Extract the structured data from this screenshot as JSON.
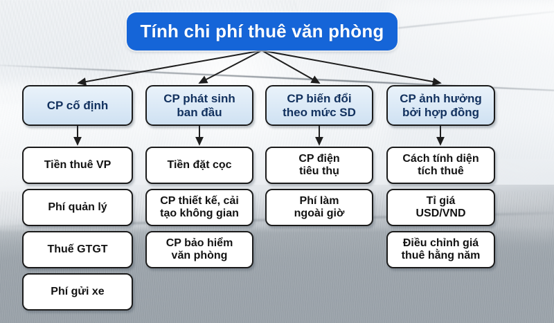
{
  "diagram": {
    "title": "Tính chi phí thuê văn phòng",
    "colors": {
      "root_fill": "#1565d8",
      "root_text": "#ffffff",
      "level2_fill": "#dbe9f6",
      "level2_text": "#12315e",
      "level3_fill": "#ffffff",
      "level3_text": "#121212",
      "border": "#1a1a1a",
      "connector": "#1e1e1e"
    },
    "branches": [
      {
        "label": "CP cố định",
        "items": [
          "Tiền thuê VP",
          "Phí quản lý",
          "Thuế GTGT",
          "Phí gửi xe"
        ]
      },
      {
        "label": "CP phát sinh\nban đầu",
        "items": [
          "Tiền đặt cọc",
          "CP thiết kế, cải\ntạo không gian",
          "CP bảo hiểm\nvăn phòng"
        ]
      },
      {
        "label": "CP biến đổi\ntheo mức SD",
        "items": [
          "CP điện\ntiêu thụ",
          "Phí làm\nngoài giờ"
        ]
      },
      {
        "label": "CP ảnh hưởng\nbởi hợp đồng",
        "items": [
          "Cách tính diện\ntích thuê",
          "Tỉ giá\nUSD/VND",
          "Điều chỉnh giá\nthuê hằng năm"
        ]
      }
    ]
  }
}
